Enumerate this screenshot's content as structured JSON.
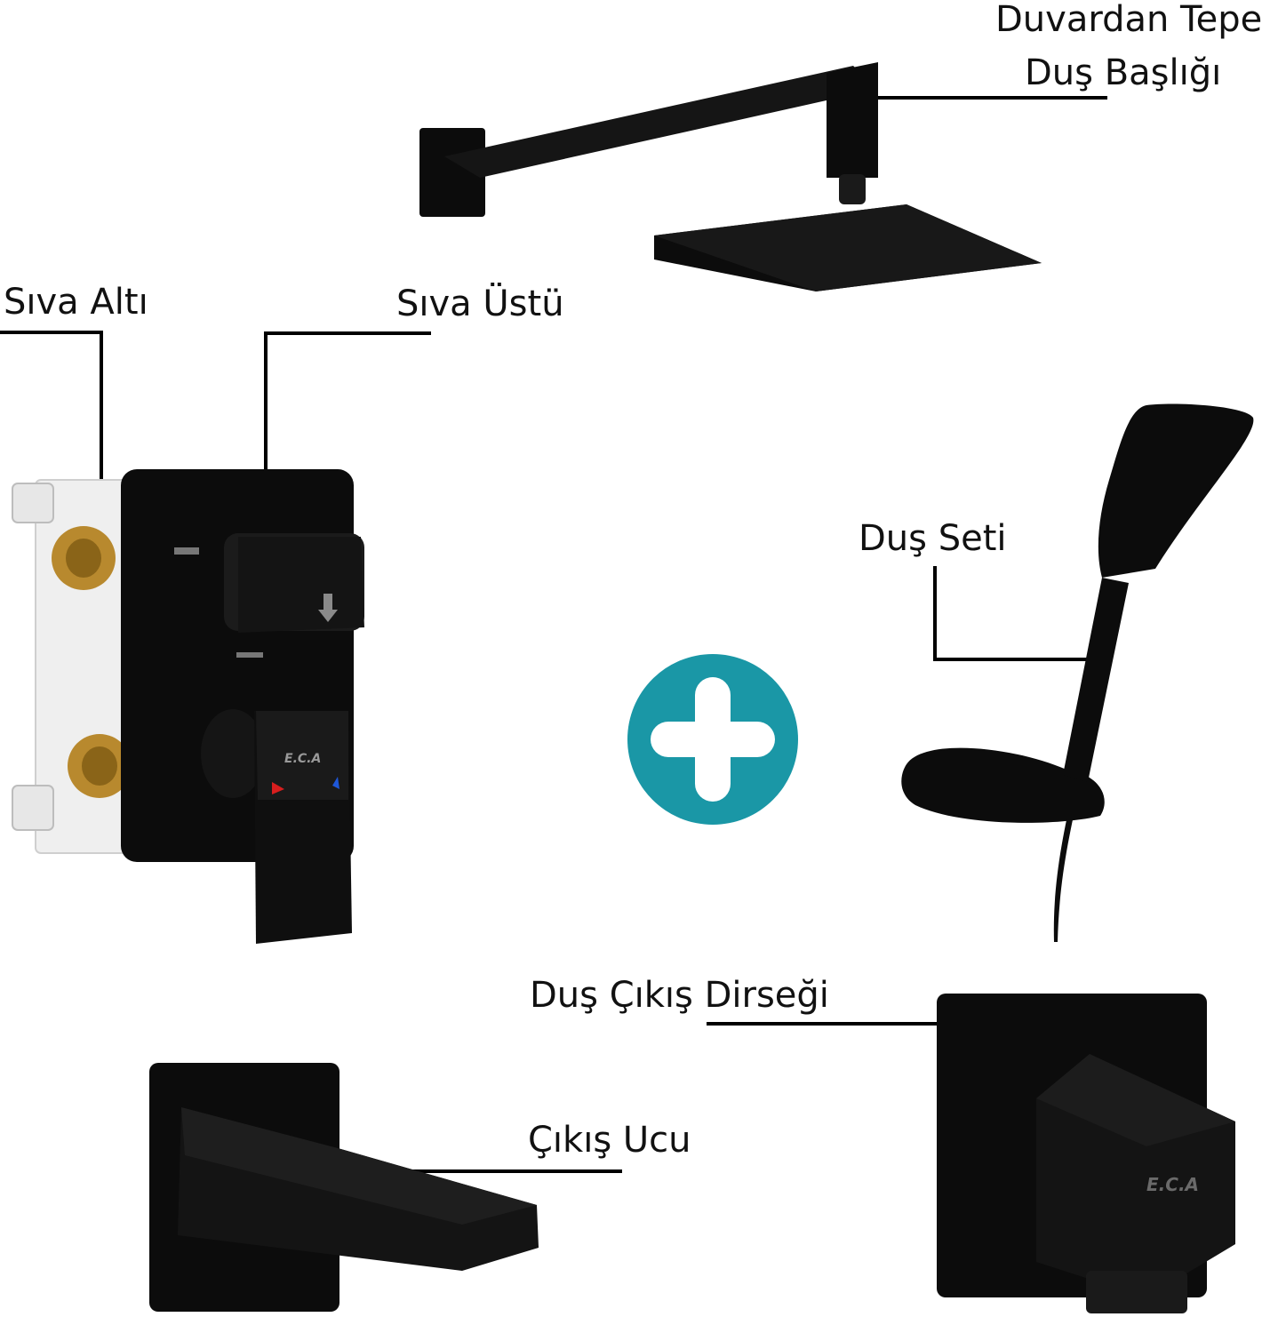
{
  "labels": {
    "head_line1": "Duvardan Tepe",
    "head_line2": "Duş Başlığı",
    "concealed": "Sıva Altı",
    "exposed": "Sıva Üstü",
    "hand_set": "Duş Seti",
    "elbow": "Duş Çıkış Dirseği",
    "spout": "Çıkış Ucu"
  },
  "brand": {
    "mark": "E.C.A"
  },
  "icons": [
    "plus-icon",
    "red-hot-indicator",
    "blue-cold-indicator",
    "shower-symbol",
    "spout-symbol",
    "arrow-down-icon"
  ],
  "colors": {
    "finish": "#0c0c0c",
    "plus_circle": "#1a97a6",
    "brass": "#b8892e",
    "hot": "#d81e1e",
    "cold": "#1e57d8",
    "box": "#efefef"
  }
}
